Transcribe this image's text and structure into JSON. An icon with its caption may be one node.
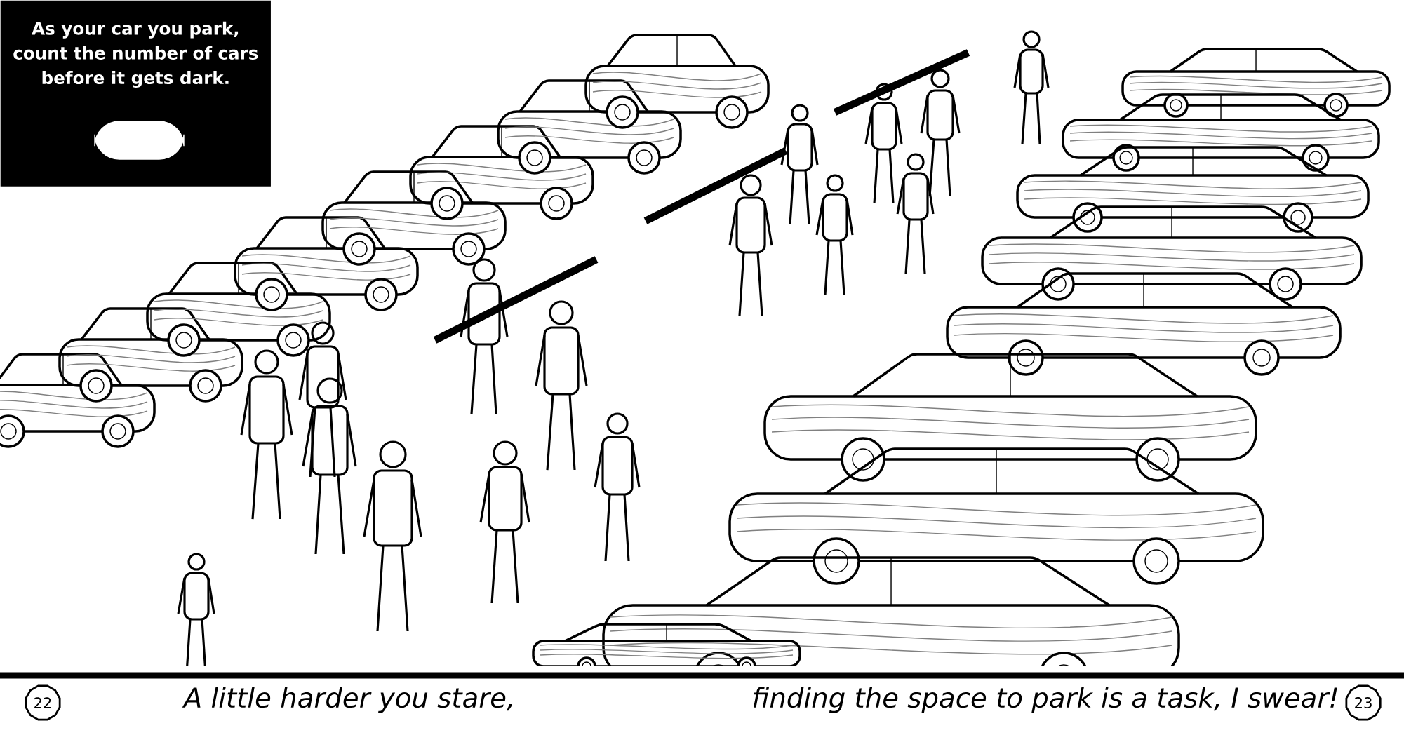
{
  "diagram": {
    "nodes": [
      {
        "text": [
          "As your car you park, count the number of cars before it gets dark."
        ]
      },
      {
        "text": [
          "22"
        ]
      },
      {
        "text": [
          "23"
        ]
      }
    ],
    "labels": [
      "A little harder you stare,",
      "finding the space to park is a task, I swear!"
    ]
  }
}
